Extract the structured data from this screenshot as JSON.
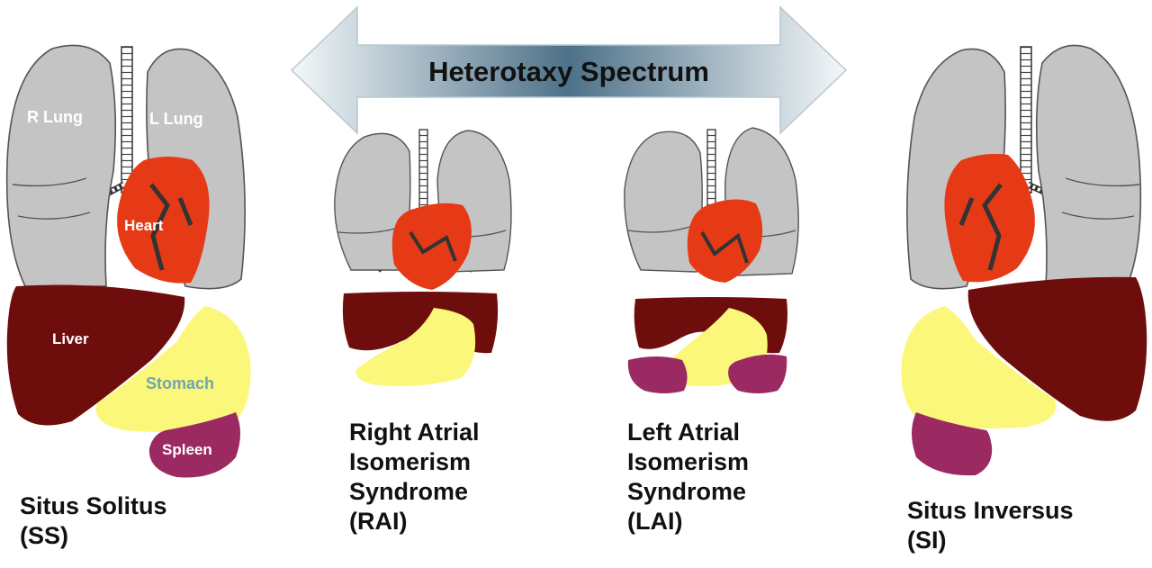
{
  "title": "Heterotaxy Spectrum",
  "colors": {
    "lung": "#c4c4c4",
    "lung_outline": "#555555",
    "heart": "#e63a16",
    "liver": "#6e0e0c",
    "stomach": "#fbf77a",
    "spleen": "#9b2a63",
    "arrow_light": "#f4f8fa",
    "arrow_dark": "#4d7188"
  },
  "panels": [
    {
      "id": "ss",
      "caption_lines": [
        "Situs Solitus",
        "(SS)"
      ],
      "labels": {
        "r_lung": "R Lung",
        "l_lung": "L Lung",
        "heart": "Heart",
        "liver": "Liver",
        "stomach": "Stomach",
        "spleen": "Spleen"
      }
    },
    {
      "id": "rai",
      "caption_lines": [
        "Right Atrial",
        "Isomerism",
        "Syndrome",
        "(RAI)"
      ]
    },
    {
      "id": "lai",
      "caption_lines": [
        "Left Atrial",
        "Isomerism",
        "Syndrome",
        "(LAI)"
      ]
    },
    {
      "id": "si",
      "caption_lines": [
        "Situs Inversus",
        "(SI)"
      ]
    }
  ]
}
